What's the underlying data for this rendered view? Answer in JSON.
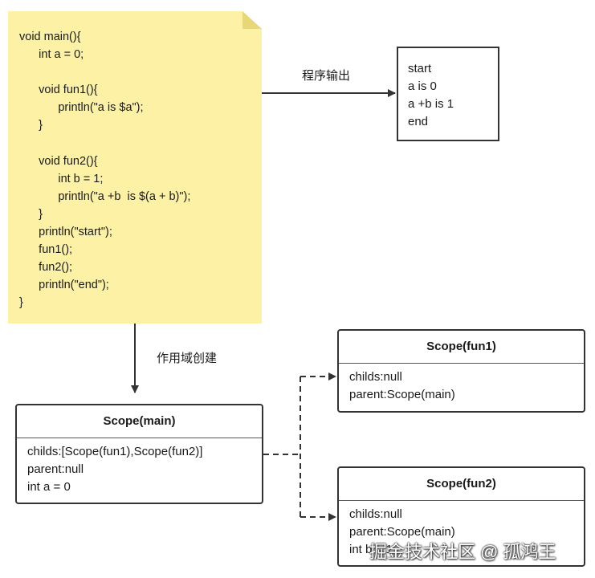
{
  "code_note": {
    "lines": [
      "void main(){",
      "      int a = 0;",
      "",
      "      void fun1(){",
      "            println(\"a is $a\");",
      "      }",
      "",
      "      void fun2(){",
      "            int b = 1;",
      "            println(\"a +b  is $(a + b)\");",
      "      }",
      "      println(\"start\");",
      "      fun1();",
      "      fun2();",
      "      println(\"end\");",
      "}"
    ]
  },
  "output": {
    "label": "程序输出",
    "lines": [
      "start",
      "a is 0",
      "a +b is 1",
      "end"
    ]
  },
  "create_label": "作用域创建",
  "scopes": {
    "main": {
      "title": "Scope(main)",
      "lines": [
        "childs:[Scope(fun1),Scope(fun2)]",
        "parent:null",
        "int a = 0"
      ]
    },
    "fun1": {
      "title": "Scope(fun1)",
      "lines": [
        "childs:null",
        "parent:Scope(main)"
      ]
    },
    "fun2": {
      "title": "Scope(fun2)",
      "lines": [
        "childs:null",
        "parent:Scope(main)",
        "int b = 1"
      ]
    }
  },
  "watermark": "掘金技术社区 @ 孤鸿王",
  "colors": {
    "note": "#fdf1a6",
    "note_fold": "#e8d778",
    "stroke": "#333333"
  }
}
